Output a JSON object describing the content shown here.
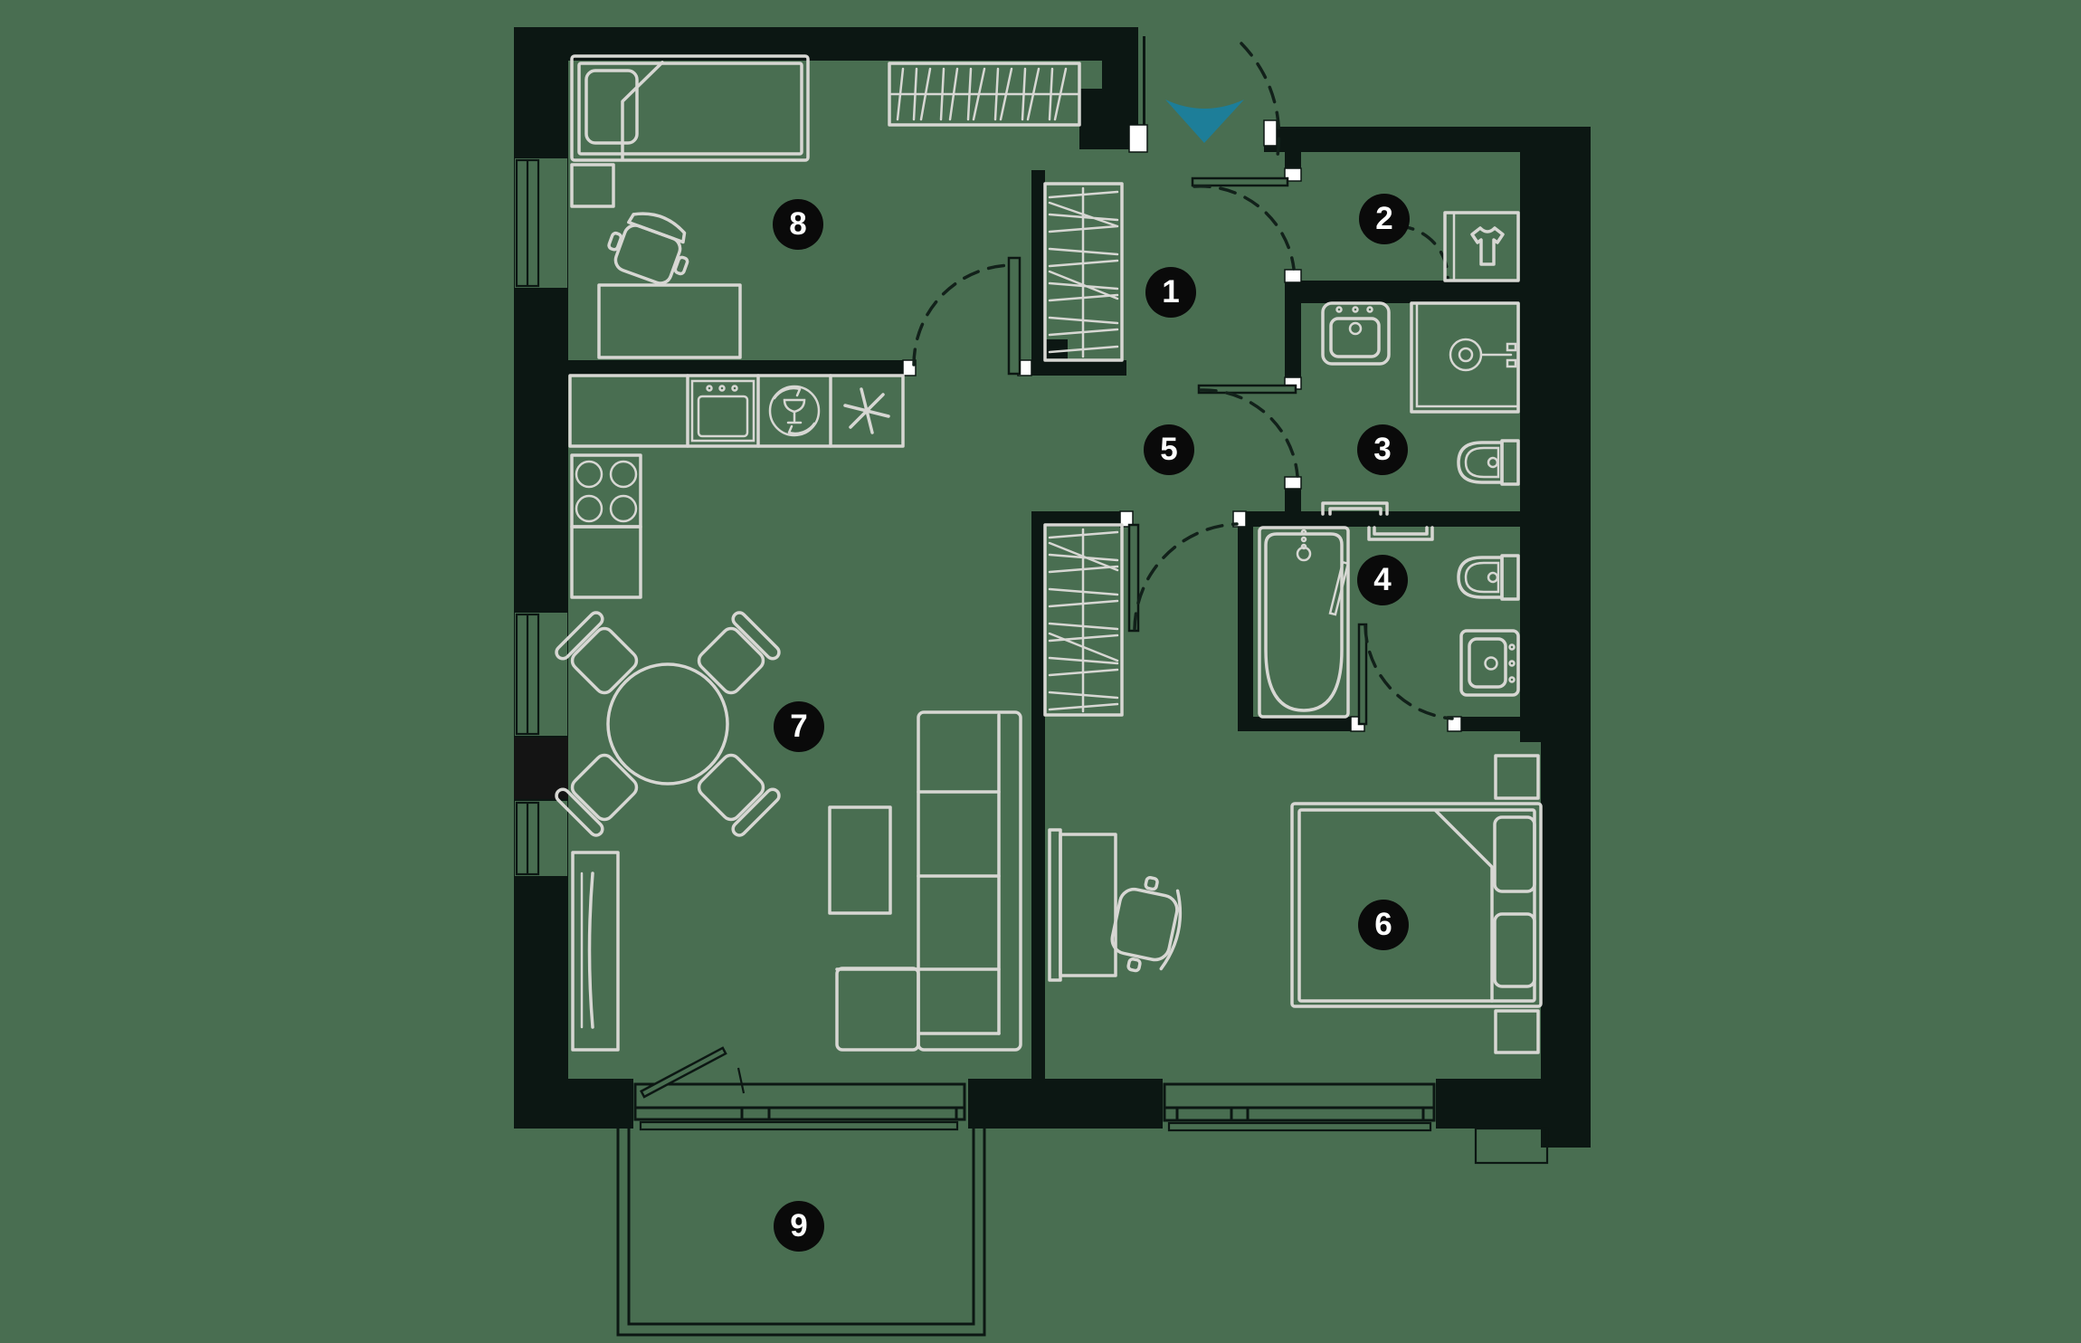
{
  "plan": {
    "type": "apartment-floor-plan",
    "badges": [
      {
        "number": "1"
      },
      {
        "number": "2"
      },
      {
        "number": "3"
      },
      {
        "number": "4"
      },
      {
        "number": "5"
      },
      {
        "number": "6"
      },
      {
        "number": "7"
      },
      {
        "number": "8"
      },
      {
        "number": "9"
      }
    ],
    "entrance_arrow": {
      "color": "#1d7e99"
    },
    "colors": {
      "background": "#496e51",
      "walls": "#0c1713",
      "shaft": "#141414",
      "furniture_lines": "#d7d7d3",
      "door_jambs": "#ffffff",
      "badge_background": "#0a0a0a",
      "badge_text": "#ffffff",
      "entrance_accent": "#1d7e99"
    }
  }
}
